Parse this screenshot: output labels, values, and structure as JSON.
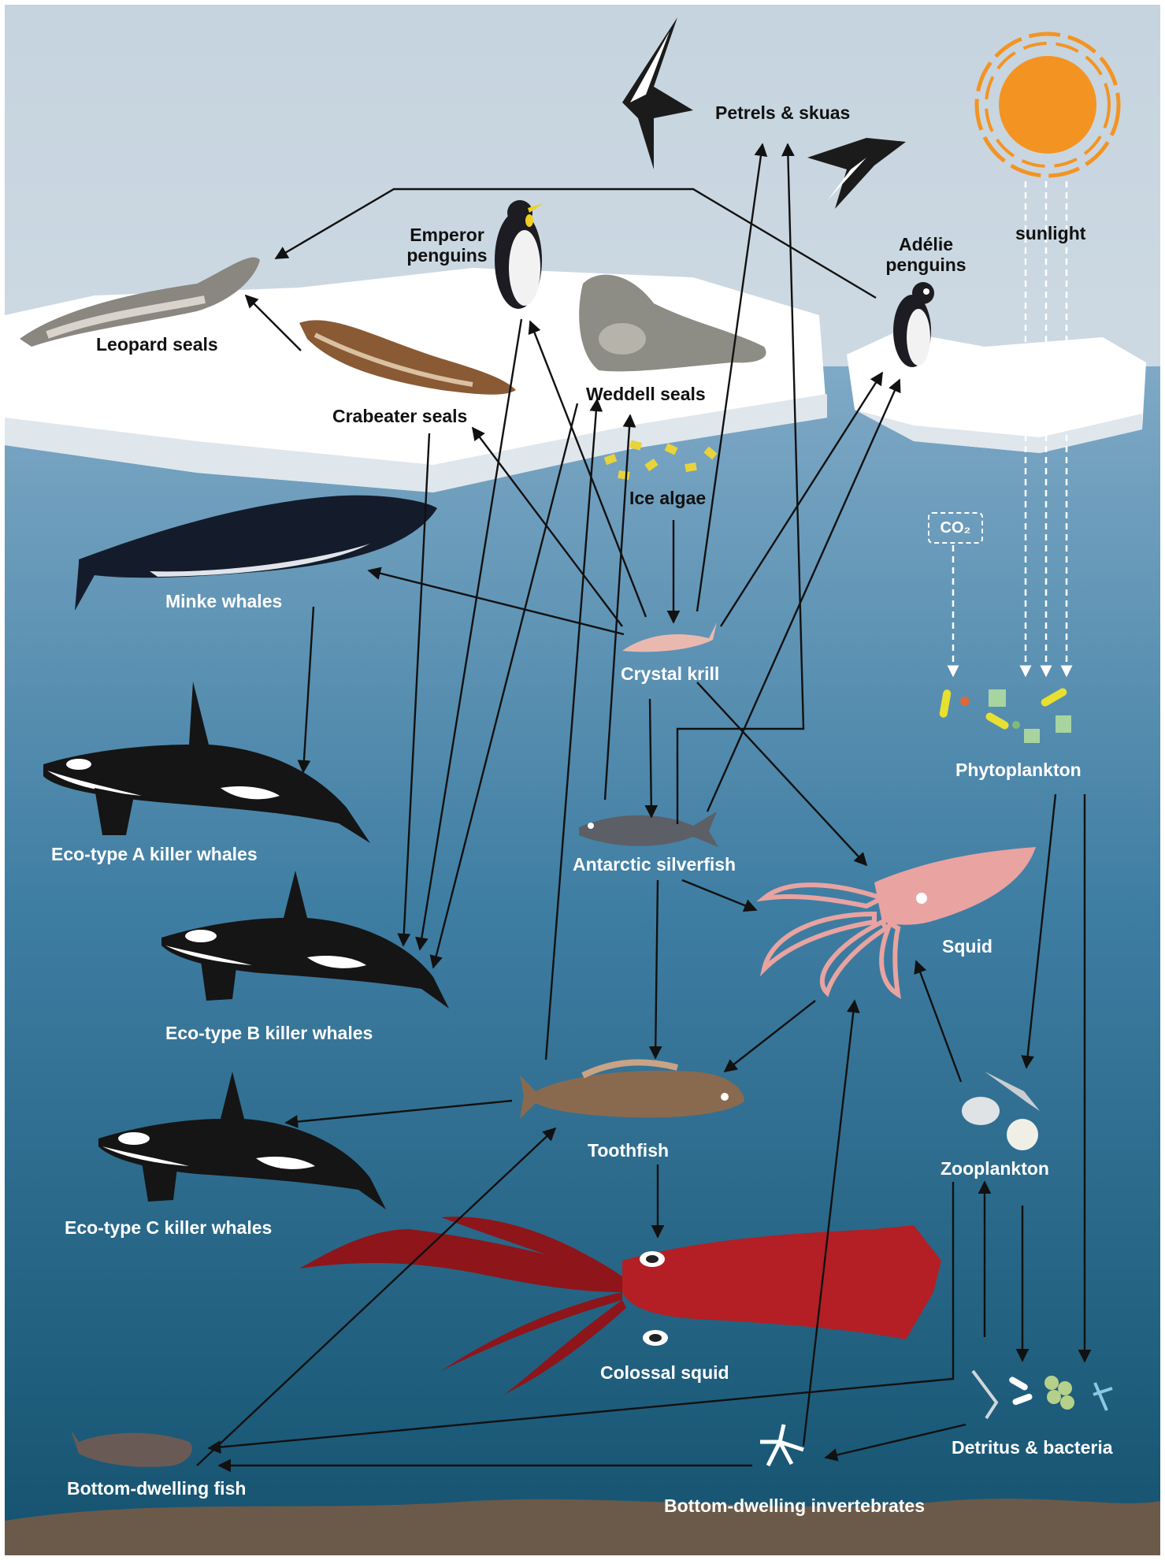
{
  "labels": {
    "petrels": "Petrels & skuas",
    "sunlight": "sunlight",
    "emperor": "Emperor\npenguins",
    "adelie": "Adélie\npenguins",
    "leopard": "Leopard seals",
    "crabeater": "Crabeater seals",
    "weddell": "Weddell seals",
    "ice_algae": "Ice algae",
    "co2": "CO₂",
    "minke": "Minke whales",
    "krill": "Crystal krill",
    "phytoplankton": "Phytoplankton",
    "killer_a": "Eco-type A killer whales",
    "silverfish": "Antarctic silverfish",
    "killer_b": "Eco-type B killer whales",
    "squid": "Squid",
    "toothfish": "Toothfish",
    "killer_c": "Eco-type C killer whales",
    "zooplankton": "Zooplankton",
    "colossal": "Colossal squid",
    "detritus": "Detritus & bacteria",
    "bottom_fish": "Bottom-dwelling fish",
    "invertebrates": "Bottom-dwelling invertebrates"
  },
  "colors": {
    "sky_top": "#c6d4df",
    "sky_bottom": "#e3eaf0",
    "water_top": "#7fa9c6",
    "water_mid": "#3f7ea3",
    "water_bottom": "#14526f",
    "ice": "#ffffff",
    "seabed": "#6b5a4a",
    "sun": "#f39422",
    "arrow": "#111111"
  },
  "icons": [
    "petrel-icon",
    "skua-icon",
    "sun-icon",
    "emperor-penguin-icon",
    "adelie-penguin-icon",
    "leopard-seal-icon",
    "crabeater-seal-icon",
    "weddell-seal-icon",
    "ice-algae-icon",
    "minke-whale-icon",
    "krill-icon",
    "phytoplankton-icon",
    "killer-whale-a-icon",
    "silverfish-icon",
    "killer-whale-b-icon",
    "squid-icon",
    "toothfish-icon",
    "killer-whale-c-icon",
    "zooplankton-icon",
    "colossal-squid-icon",
    "detritus-icon",
    "bottom-fish-icon",
    "invertebrate-icon"
  ]
}
